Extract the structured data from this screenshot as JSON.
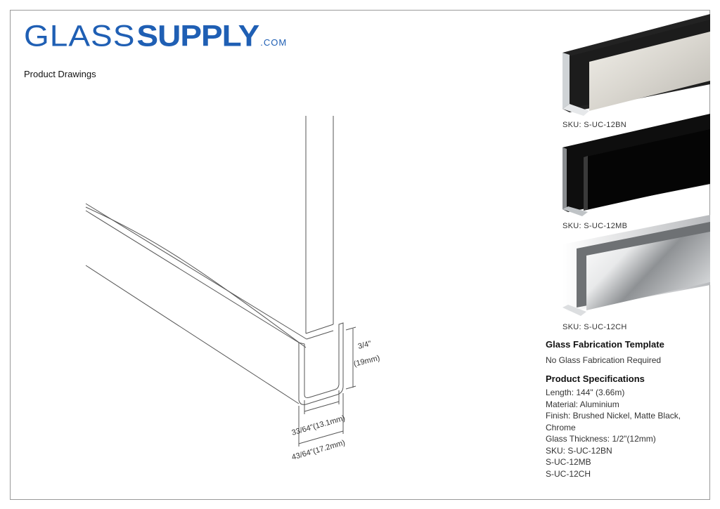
{
  "logo": {
    "part1": "GLASS",
    "part2": "SUPPLY",
    "suffix": ".COM"
  },
  "section_title": "Product Drawings",
  "dimensions": {
    "height_in": "3/4\"",
    "height_mm": "(19mm)",
    "inner_width": "33/64\"(13.1mm)",
    "outer_width": "43/64\"(17.2mm)"
  },
  "products": [
    {
      "sku_label": "SKU: S-UC-12BN",
      "finish": "brushed-nickel"
    },
    {
      "sku_label": "SKU: S-UC-12MB",
      "finish": "matte-black"
    },
    {
      "sku_label": "SKU: S-UC-12CH",
      "finish": "chrome"
    }
  ],
  "fabrication": {
    "heading": "Glass Fabrication Template",
    "text": "No Glass Fabrication Required"
  },
  "specs": {
    "heading": "Product Specifications",
    "lines": [
      "Length: 144\" (3.66m)",
      "Material: Aluminium",
      "Finish: Brushed Nickel, Matte Black,",
      "Chrome",
      "Glass Thickness: 1/2\"(12mm)",
      "SKU: S-UC-12BN",
      "S-UC-12MB",
      "S-UC-12CH"
    ]
  }
}
